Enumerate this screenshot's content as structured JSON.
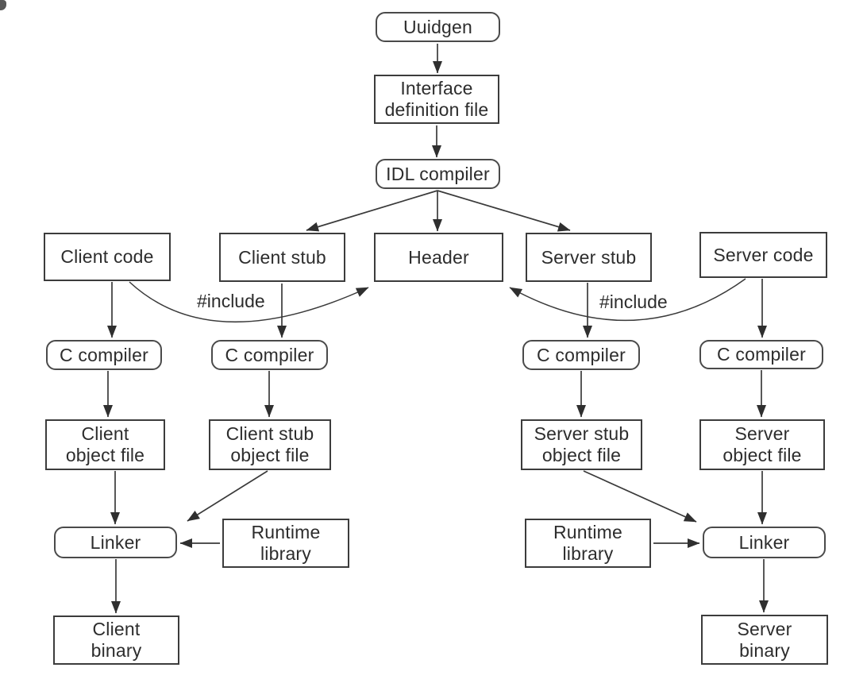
{
  "colors": {
    "line": "#3a3a3a",
    "text": "#2d2d2d",
    "box_border": "#3c3c3c",
    "box_fill": "#ffffff",
    "background": "#ffffff"
  },
  "nodes": {
    "uuidgen": {
      "label": "Uuidgen",
      "shape": "rounded"
    },
    "interface_definition_file": {
      "label": "Interface\ndefinition file",
      "shape": "rect"
    },
    "idl_compiler": {
      "label": "IDL compiler",
      "shape": "rounded"
    },
    "client_code": {
      "label": "Client code",
      "shape": "rect"
    },
    "client_stub": {
      "label": "Client stub",
      "shape": "rect"
    },
    "header": {
      "label": "Header",
      "shape": "rect"
    },
    "server_stub": {
      "label": "Server stub",
      "shape": "rect"
    },
    "server_code": {
      "label": "Server code",
      "shape": "rect"
    },
    "c_compiler_client_code": {
      "label": "C compiler",
      "shape": "rounded"
    },
    "c_compiler_client_stub": {
      "label": "C compiler",
      "shape": "rounded"
    },
    "c_compiler_server_stub": {
      "label": "C compiler",
      "shape": "rounded"
    },
    "c_compiler_server_code": {
      "label": "C compiler",
      "shape": "rounded"
    },
    "client_object_file": {
      "label": "Client\nobject file",
      "shape": "rect"
    },
    "client_stub_object_file": {
      "label": "Client stub\nobject file",
      "shape": "rect"
    },
    "server_stub_object_file": {
      "label": "Server stub\nobject file",
      "shape": "rect"
    },
    "server_object_file": {
      "label": "Server\nobject file",
      "shape": "rect"
    },
    "runtime_library_left": {
      "label": "Runtime\nlibrary",
      "shape": "rect"
    },
    "runtime_library_right": {
      "label": "Runtime\nlibrary",
      "shape": "rect"
    },
    "linker_left": {
      "label": "Linker",
      "shape": "rounded"
    },
    "linker_right": {
      "label": "Linker",
      "shape": "rounded"
    },
    "client_binary": {
      "label": "Client\nbinary",
      "shape": "rect"
    },
    "server_binary": {
      "label": "Server\nbinary",
      "shape": "rect"
    }
  },
  "edge_labels": {
    "include_left": "#include",
    "include_right": "#include"
  }
}
